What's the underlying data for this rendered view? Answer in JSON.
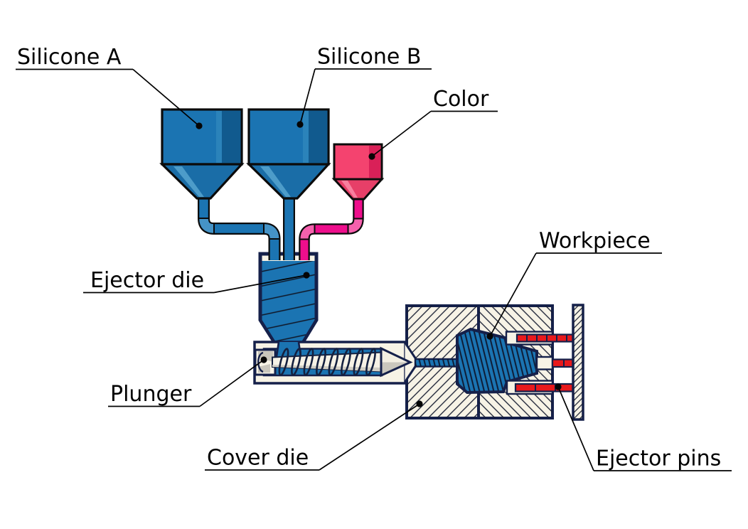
{
  "diagram": {
    "labels": {
      "silicone_a": "Silicone A",
      "silicone_b": "Silicone B",
      "color": "Color",
      "ejector_die": "Ejector die",
      "workpiece": "Workpiece",
      "plunger": "Plunger",
      "cover_die": "Cover die",
      "ejector_pins": "Ejector pins"
    },
    "colors": {
      "silicone_blue": "#1b74b2",
      "silicone_blue_dark": "#115a8e",
      "pink_hopper": "#f4436f",
      "pink_hopper_dark": "#d92058",
      "pipe_magenta": "#ee0e8c",
      "ejector_pin_red": "#e8191c",
      "outline_navy": "#15204a",
      "metal_cream": "#f7f3e6"
    }
  }
}
